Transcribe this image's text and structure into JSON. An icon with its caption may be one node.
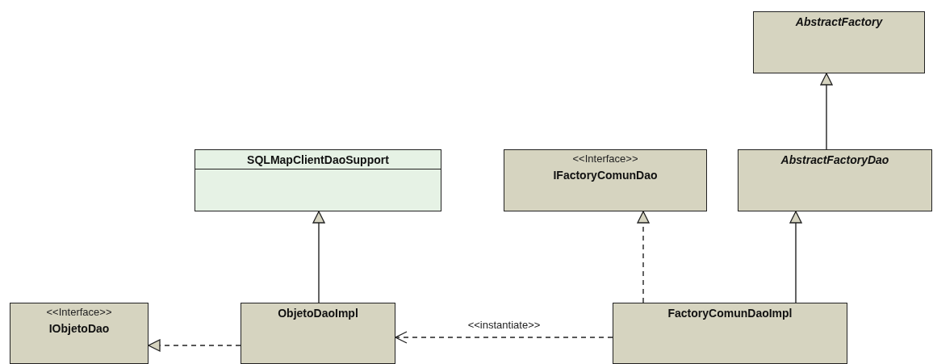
{
  "diagram": {
    "nodes": [
      {
        "text": [
          "AbstractFactory"
        ]
      },
      {
        "text": [
          "SQLMapClientDaoSupport"
        ]
      },
      {
        "text": [
          "<<Interface>>",
          "IFactoryComunDao"
        ]
      },
      {
        "text": [
          "AbstractFactoryDao"
        ]
      },
      {
        "text": [
          "<<Interface>>",
          "IObjetoDao"
        ]
      },
      {
        "text": [
          "ObjetoDaoImpl"
        ]
      },
      {
        "text": [
          "FactoryComunDaoImpl"
        ]
      }
    ],
    "edges": [
      {
        "from": 3,
        "to": 0,
        "arrow": "to"
      },
      {
        "from": 5,
        "to": 1,
        "arrow": "to"
      },
      {
        "from": 6,
        "to": 2,
        "arrow": "to",
        "style": "dashed"
      },
      {
        "from": 6,
        "to": 3,
        "arrow": "to"
      },
      {
        "from": 5,
        "to": 4,
        "arrow": "to",
        "style": "dashed"
      },
      {
        "from": 6,
        "to": 5,
        "arrow": "to",
        "style": "dashed",
        "label": "<<instantiate>>"
      }
    ]
  }
}
